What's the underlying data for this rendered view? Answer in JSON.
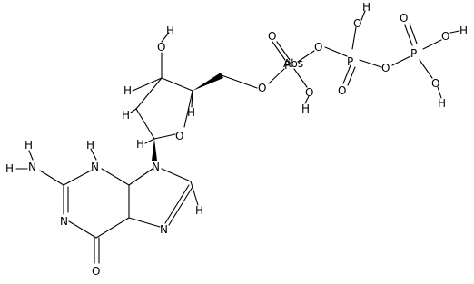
{
  "atoms": {
    "o_hydroxyl_3prime": "O",
    "h_hydroxyl_3prime": "H",
    "o_ring": "O",
    "o_5prime": "O",
    "p_alpha": "P",
    "abs_overlay": "Abs",
    "o_alpha_double": "O",
    "o_alpha_h": "O",
    "h_alpha": "H",
    "o_bridge_ab": "O",
    "p_beta": "P",
    "o_beta_h": "O",
    "h_beta": "H",
    "o_beta_double": "O",
    "o_bridge_bg": "O",
    "p_gamma": "P",
    "o_gamma_double": "O",
    "o_gamma_h1": "O",
    "h_gamma_1": "H",
    "o_gamma_h2": "O",
    "h_gamma_2": "H",
    "n9": "N",
    "n7": "N",
    "h8": "H",
    "n3": "N",
    "h3": "H",
    "n1": "N",
    "nh2_n": "N",
    "nh2_h_top": "H",
    "nh2_h_left": "H",
    "o6": "O",
    "h_c1prime": "H",
    "h_c2prime": "H",
    "h_c3prime": "H",
    "h_c4prime": "H"
  }
}
